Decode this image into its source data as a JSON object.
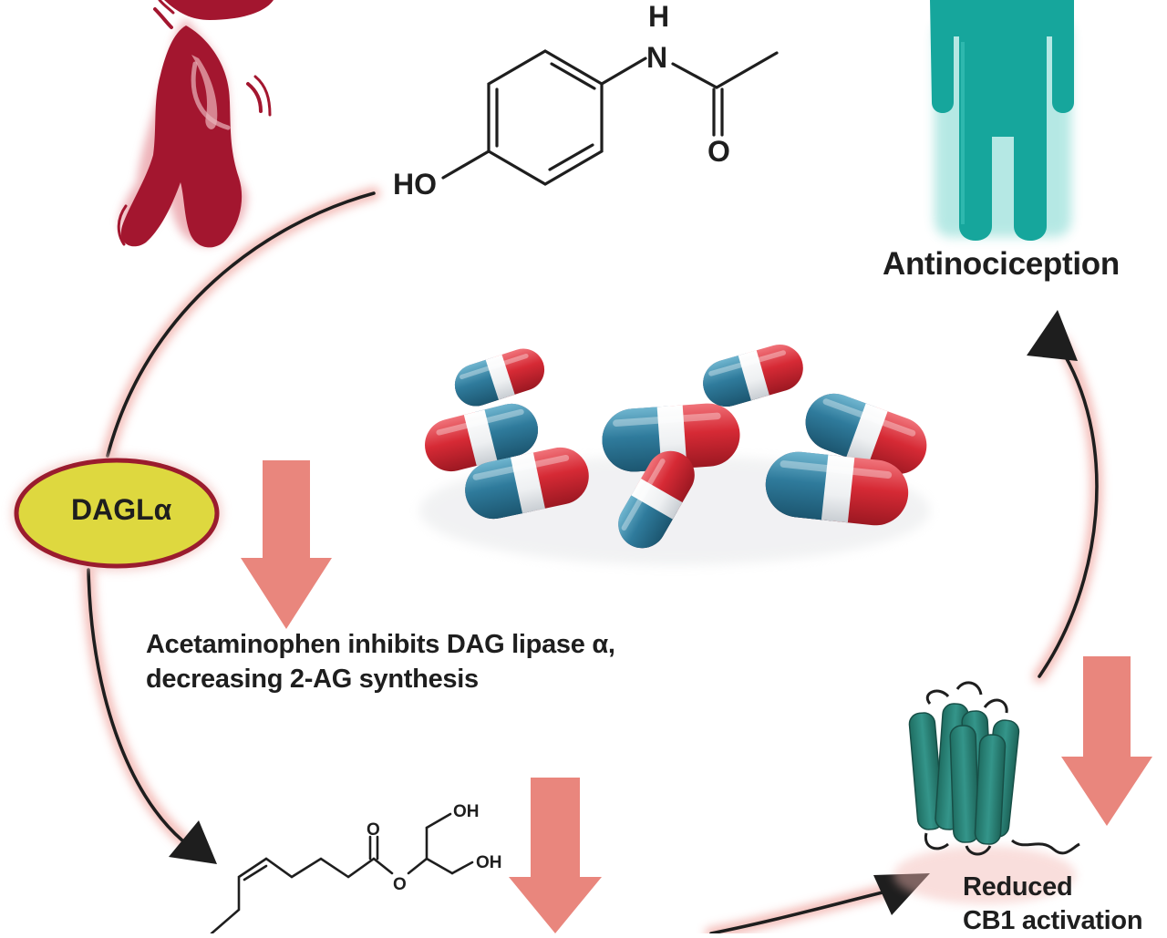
{
  "labels": {
    "antinociception": "Antinociception",
    "dagl": "DAGLα",
    "caption_line1": "Acetaminophen inhibits DAG lipase α,",
    "caption_line2": "decreasing 2-AG synthesis",
    "reduced_line1": "Reduced",
    "reduced_line2": "CB1 activation"
  },
  "chemistry": {
    "acetaminophen": {
      "H": "H",
      "N": "N",
      "O": "O",
      "HO": "HO"
    },
    "two_ag": {
      "OH_top": "OH",
      "OH_bottom": "OH",
      "O_carbonyl": "O",
      "O_ester": "O"
    }
  },
  "colors": {
    "pain_figure": "#a3162f",
    "relief_figure": "#16a69c",
    "dagl_fill": "#ded83f",
    "dagl_border": "#9a1c2e",
    "arrow_salmon": "#e9867d",
    "glow": "#f3b7b2",
    "capsule_red": "#d62a35",
    "capsule_blue": "#2f7b9c",
    "receptor": "#2a7f73",
    "cycle_line": "#1e1e1e"
  },
  "icons": [
    "pain-person-icon",
    "relief-person-icon",
    "capsule-pills-icon",
    "cb1-receptor-icon"
  ]
}
